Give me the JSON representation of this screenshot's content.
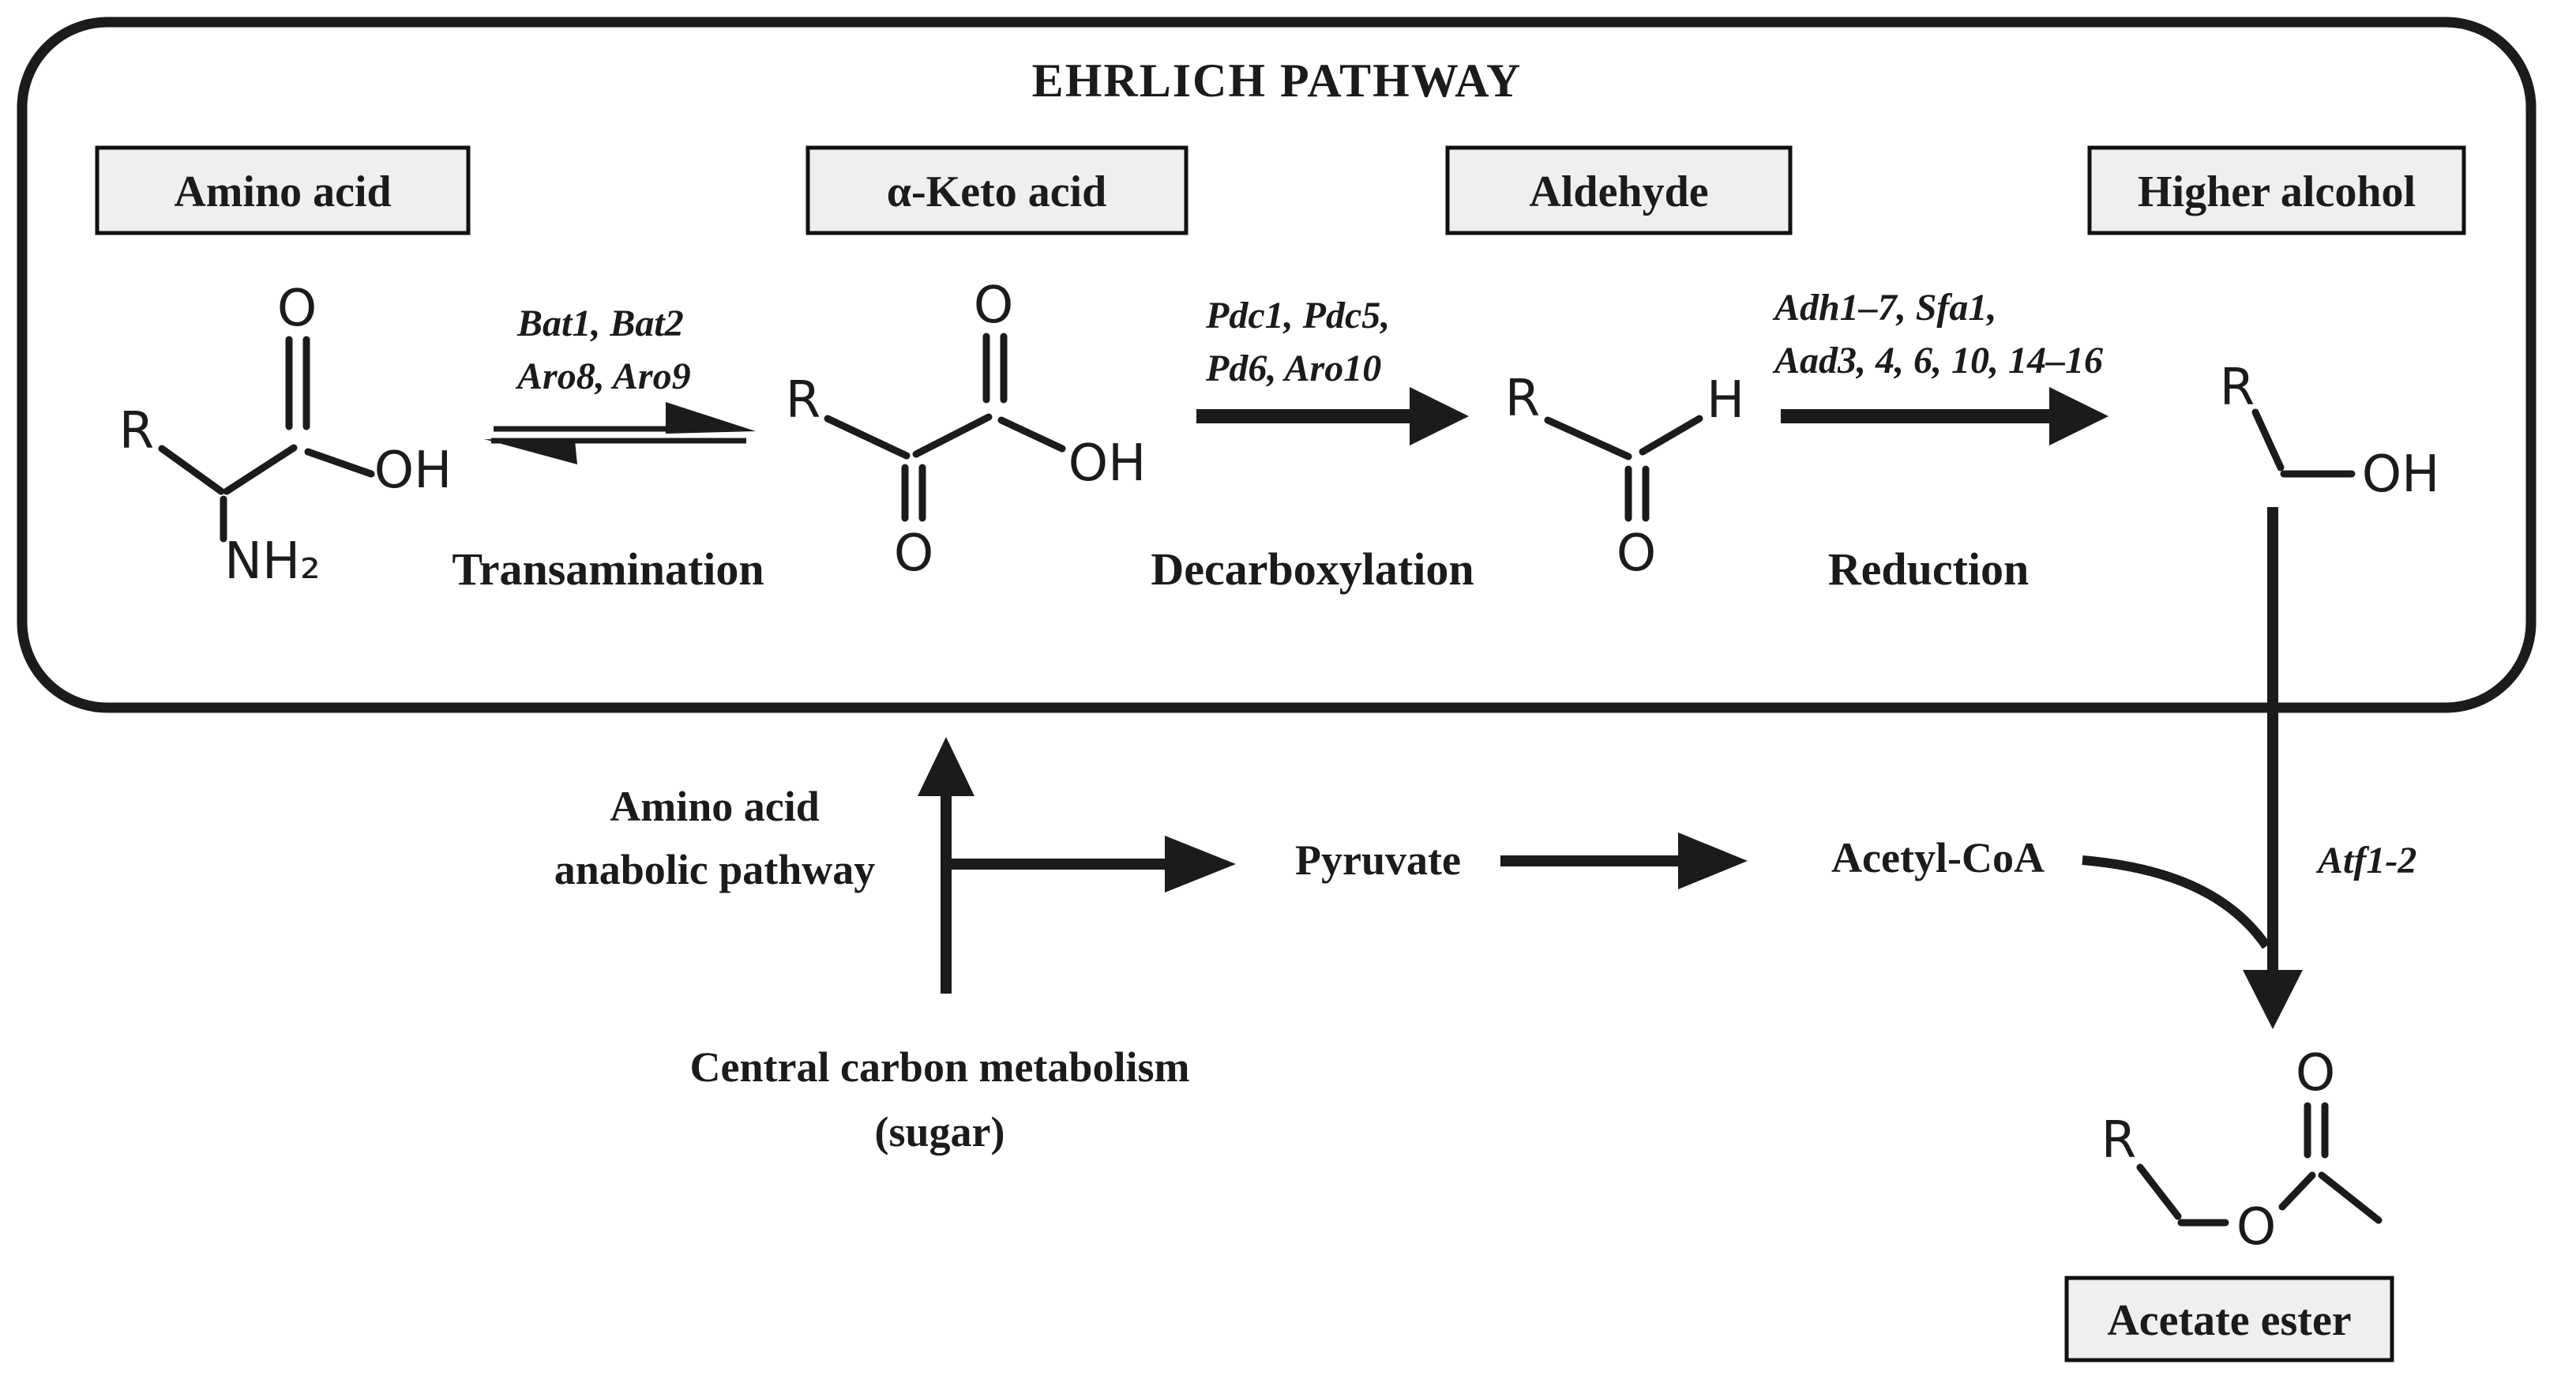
{
  "title": "EHRLICH PATHWAY",
  "colors": {
    "ink": "#1b1b1b",
    "stage_box_fill": "#efefef",
    "stage_box_border": "#111111",
    "background": "#ffffff"
  },
  "stage_labels": {
    "amino_acid": "Amino acid",
    "keto_acid": "α-Keto acid",
    "aldehyde": "Aldehyde",
    "higher_alcohol": "Higher alcohol",
    "acetate_ester": "Acetate ester"
  },
  "reactions": {
    "transamination": {
      "name": "Transamination",
      "enzymes1": "Bat1, Bat2",
      "enzymes2": "Aro8, Aro9"
    },
    "decarboxylation": {
      "name": "Decarboxylation",
      "enzymes1": "Pdc1, Pdc5,",
      "enzymes2": "Pd6, Aro10"
    },
    "reduction": {
      "name": "Reduction",
      "enzymes1": "Adh1–7, Sfa1,",
      "enzymes2": "Aad3, 4, 6, 10, 14–16"
    },
    "esterification": {
      "enzymes1": "Atf1-2"
    }
  },
  "lower_pathway": {
    "anabolic1": "Amino acid",
    "anabolic2": "anabolic pathway",
    "pyruvate": "Pyruvate",
    "acetyl_coa": "Acetyl-CoA",
    "central1": "Central carbon metabolism",
    "central2": "(sugar)"
  },
  "atoms": {
    "r": "R",
    "o": "O",
    "oh": "OH",
    "nh2": "NH₂",
    "h": "H"
  }
}
